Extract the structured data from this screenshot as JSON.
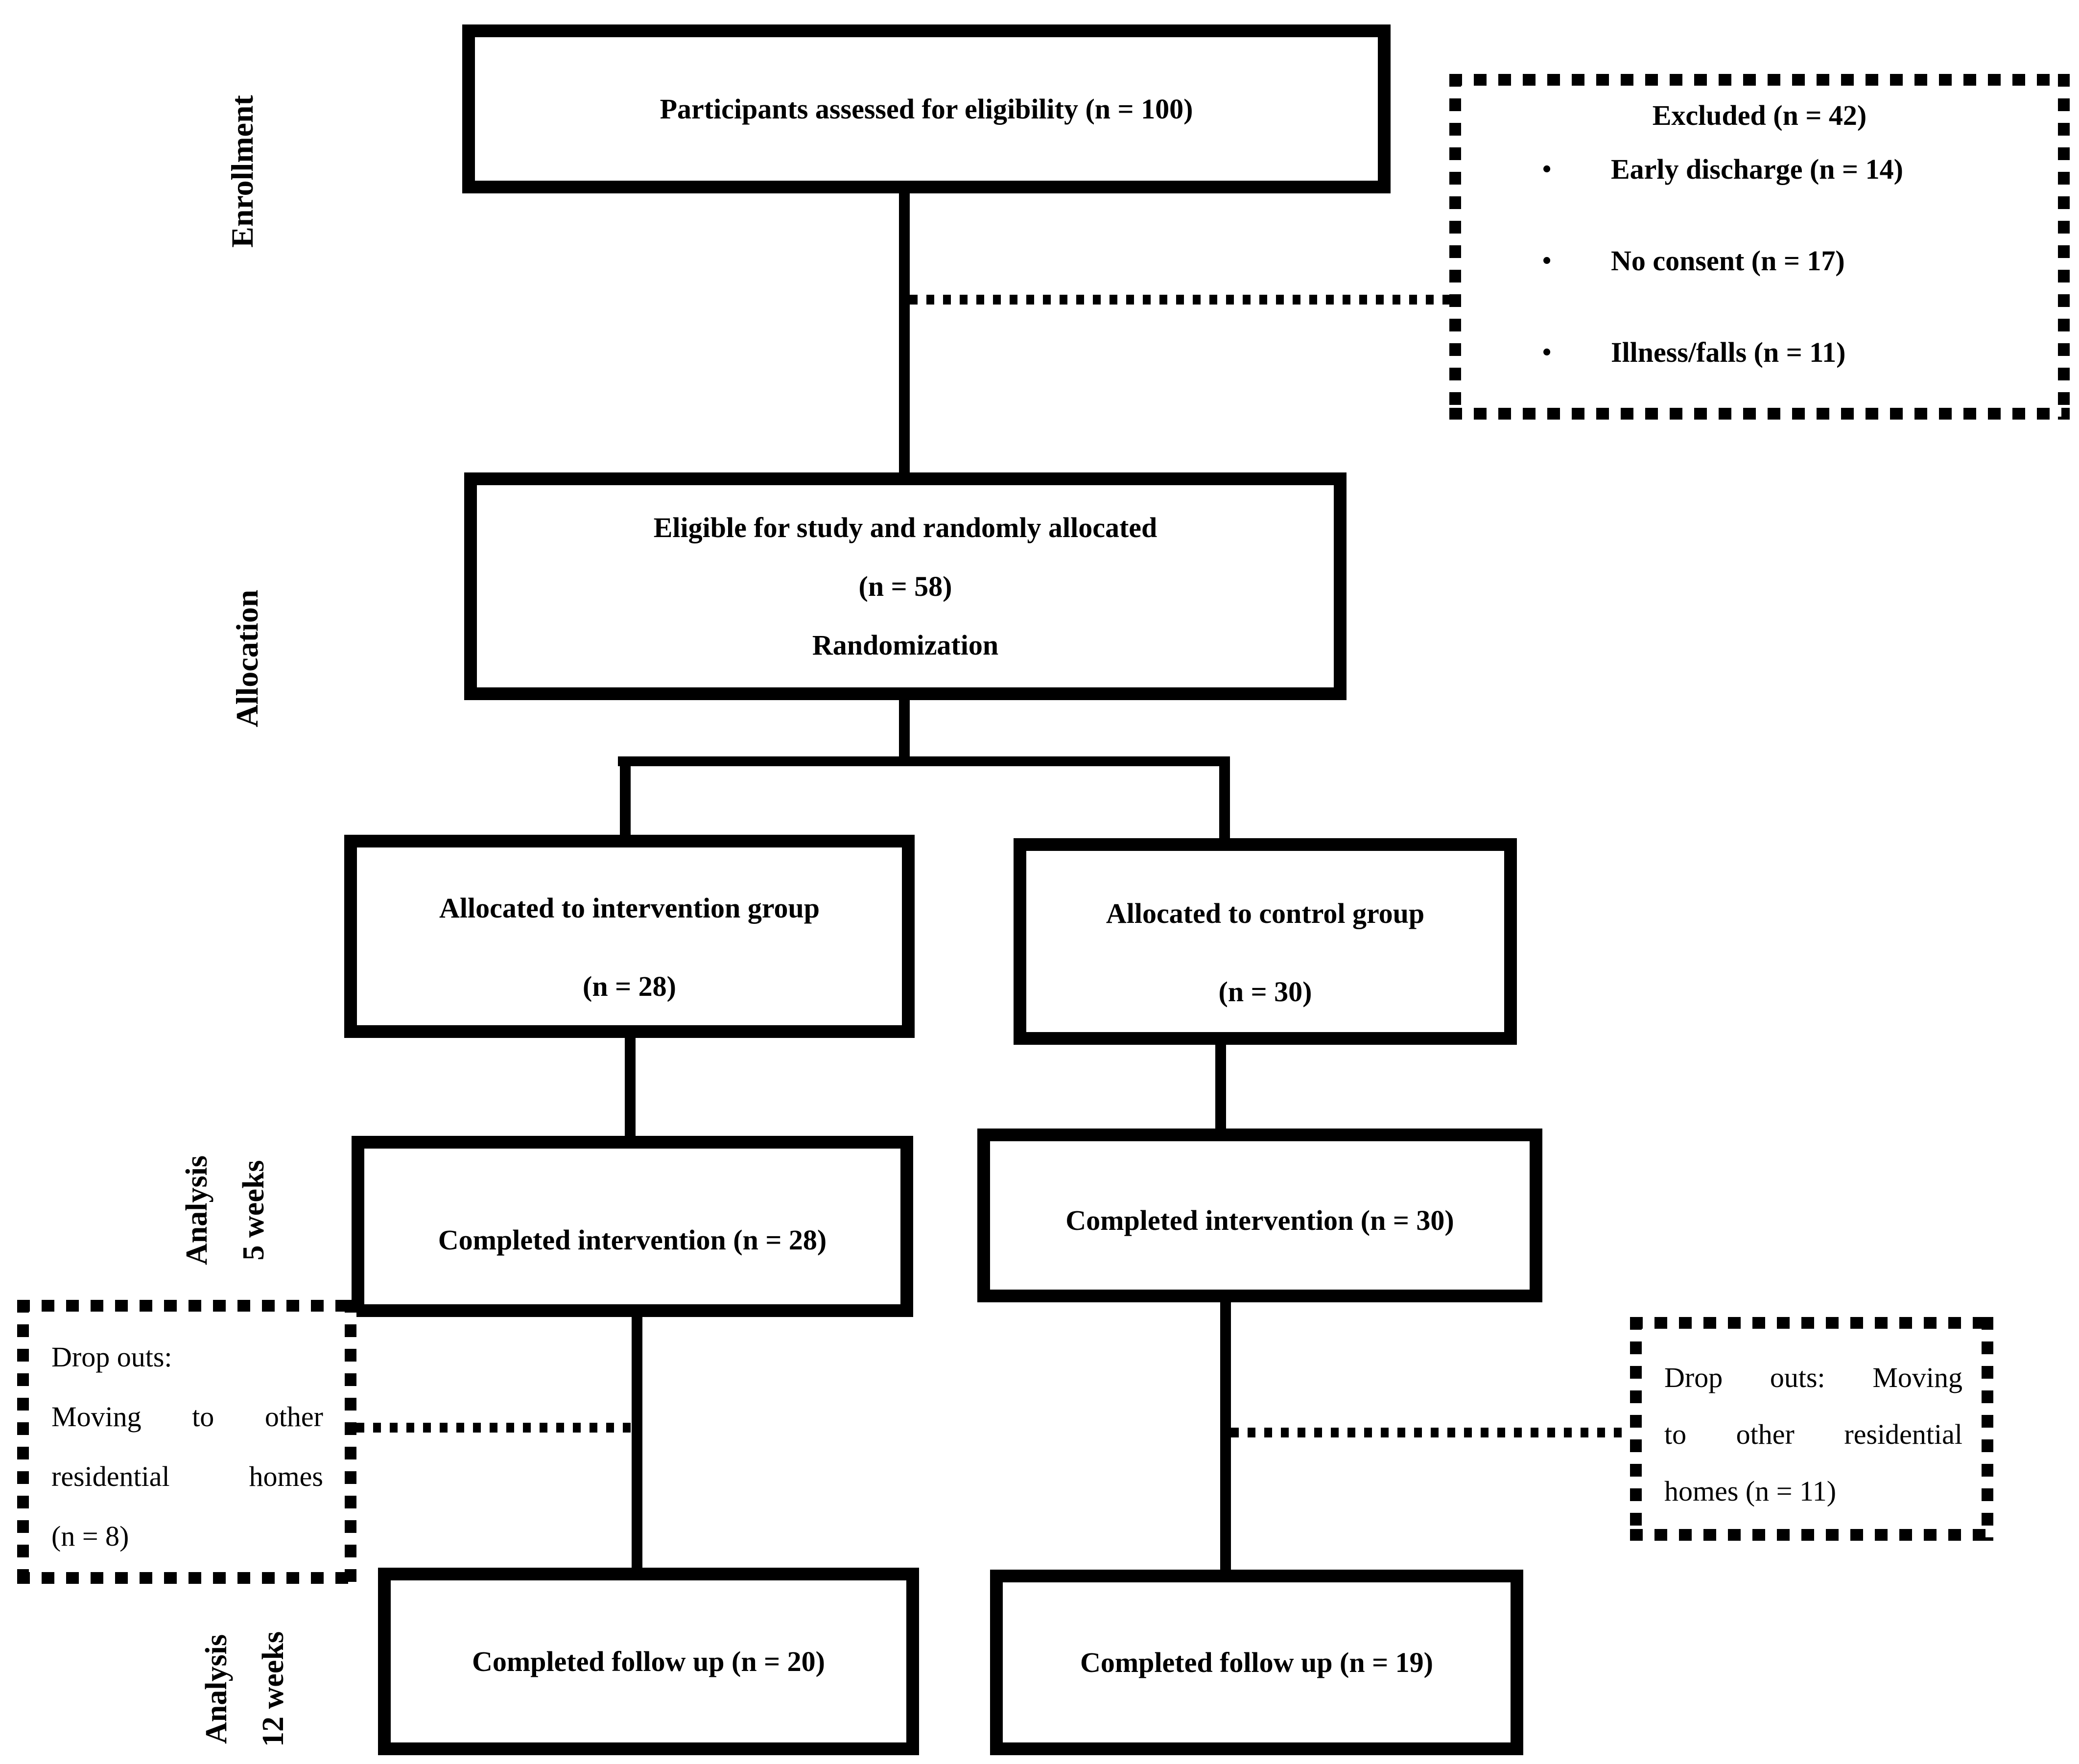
{
  "stages": {
    "enrollment": "Enrollment",
    "allocation": "Allocation",
    "analysis5": {
      "line1": "Analysis",
      "line2": "5 weeks"
    },
    "analysis12": {
      "line1": "Analysis",
      "line2": "12 weeks"
    }
  },
  "boxes": {
    "assessed": {
      "label": "Participants assessed for eligibility (n = 100)"
    },
    "excluded": {
      "title": "Excluded (n = 42)",
      "bullet": "•",
      "items": [
        "Early discharge (n = 14)",
        "No consent (n = 17)",
        "Illness/falls (n = 11)"
      ]
    },
    "eligible": {
      "line1": "Eligible for study and randomly allocated",
      "line2": "(n = 58)",
      "line3": "Randomization"
    },
    "alloc_intervention": {
      "line1": "Allocated to intervention group",
      "line2": "(n = 28)"
    },
    "alloc_control": {
      "line1": "Allocated to control group",
      "line2": "(n = 30)"
    },
    "completed_intervention": {
      "label": "Completed intervention (n = 28)"
    },
    "completed_control": {
      "label": "Completed intervention (n = 30)"
    },
    "dropouts_intervention": {
      "line1": "Drop outs:",
      "line2": "Moving to other",
      "line3": "residential homes",
      "line4": "(n = 8)"
    },
    "dropouts_control": {
      "line1": "Drop outs: Moving",
      "line2": "to other residential",
      "line3": "homes (n = 11)"
    },
    "followup_intervention": {
      "label": "Completed follow up (n = 20)"
    },
    "followup_control": {
      "label": "Completed follow up (n = 19)"
    }
  },
  "colors": {
    "line": "#000000",
    "background": "#ffffff",
    "text": "#000000"
  }
}
